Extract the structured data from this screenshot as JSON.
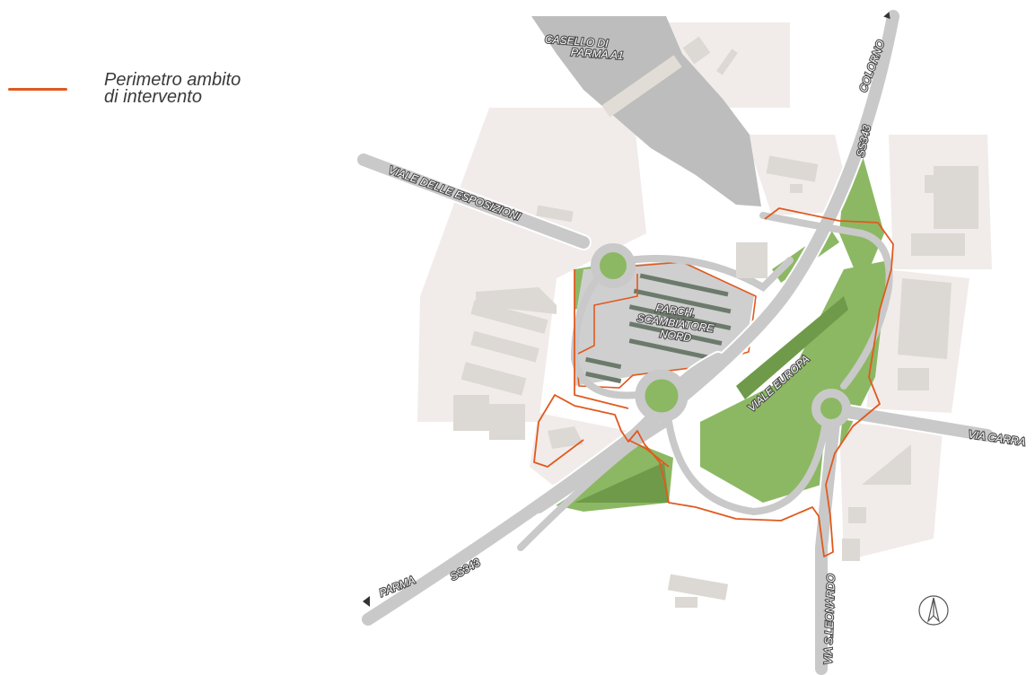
{
  "legend": {
    "line_color": "#e05a1f",
    "label_line1": "Perimetro ambito",
    "label_line2": "di intervento"
  },
  "labels": {
    "casello_line1": "CASELLO DI",
    "casello_line2": "PARMA A1",
    "colorno": "COLORNO",
    "ss343_north": "SS343",
    "viale_esposizioni": "VIALE DELLE ESPOSIZIONI",
    "parch_line1": "PARCH.",
    "parch_line2": "SCAMBIATORE",
    "parch_line3": "NORD",
    "viale_europa": "VIALE EUROPA",
    "via_carra": "VIA CARRA",
    "parma": "PARMA",
    "ss343_south": "SS343",
    "via_leonardo": "VIA S.LEONARDO"
  },
  "icons": {
    "north_arrow": "north-arrow-icon",
    "direction_arrow": "triangle-arrow-icon"
  },
  "colors": {
    "road": "#c9c9c9",
    "road_edge": "#ffffff",
    "green": "#8cb863",
    "green_dark": "#6f9a4a",
    "lot": "#f1ecea",
    "building": "#dcd8d3",
    "casello": "#bdbdbd",
    "perimeter": "#e05a1f"
  }
}
